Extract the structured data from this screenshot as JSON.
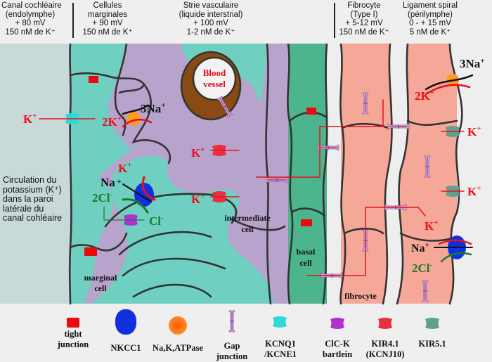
{
  "header": {
    "columns": [
      {
        "lines": [
          "Canal cochléaire",
          "(endolymphe)",
          "+ 80 mV",
          "150 nM de K⁺"
        ]
      },
      {
        "lines": [
          "Cellules",
          "marginales",
          "+ 90 mV",
          "150 nM de K⁺"
        ]
      },
      {
        "lines": [
          "Strie vasculaire",
          "(liquide interstrial)",
          "+ 100 mV",
          "1-2 nM de K⁺"
        ]
      },
      {
        "lines": [
          "Fibrocyte",
          "(Type I)",
          "+ 5-12 mV",
          "150 nM de K⁺"
        ]
      },
      {
        "lines": [
          "Ligament spiral",
          "(périlymphe)",
          "0 - + 15 mV",
          "5 nM de K⁺"
        ]
      }
    ]
  },
  "side_note": {
    "lines": [
      "Circulation du",
      "potassium (K⁺)",
      "dans la paroi",
      "latérale du",
      "canal cohléaire"
    ]
  },
  "diagram": {
    "blood_vessel": [
      "Blood",
      "vessel"
    ],
    "cells": {
      "marginal": [
        "marginal",
        "cell"
      ],
      "intermediate": [
        "intermediate",
        "cell"
      ],
      "basal": [
        "basal",
        "cell"
      ],
      "fibrocyte": "fibrocyte"
    },
    "ions": {
      "k": "K",
      "two_k": "2K",
      "three_na": "3Na",
      "na": "Na",
      "two_cl": "2Cl",
      "cl": "Cl",
      "plus": "+",
      "minus": "-"
    },
    "colors": {
      "endolymph": "#c9d8d8",
      "marginal_cell": "#6fcfc0",
      "strial": "#b8a3cc",
      "basal_cell": "#4db58d",
      "fibrocyte": "#f5a898",
      "perilymph_gap": "#eeeeee",
      "membrane": "#333333",
      "potassium": "#e8101c",
      "chloride": "#1a7a2a",
      "sodium": "#111111"
    }
  },
  "legend": {
    "items": [
      {
        "name": "tight-junction",
        "label": [
          "tight",
          "junction"
        ]
      },
      {
        "name": "nkcc1",
        "label": [
          "NKCC1"
        ]
      },
      {
        "name": "na-k-atpase",
        "label": [
          "Na,K,ATPase"
        ]
      },
      {
        "name": "gap-junction",
        "label": [
          "Gap",
          "junction"
        ]
      },
      {
        "name": "kcnq1-kcne1",
        "label": [
          "KCNQ1",
          "/KCNE1"
        ]
      },
      {
        "name": "clc-k-bartlein",
        "label": [
          "ClC-K",
          "bartlein"
        ]
      },
      {
        "name": "kir4-1",
        "label": [
          "KIR4.1",
          "(KCNJ10)"
        ]
      },
      {
        "name": "kir5-1",
        "label": [
          "KIR5.1"
        ]
      }
    ]
  }
}
